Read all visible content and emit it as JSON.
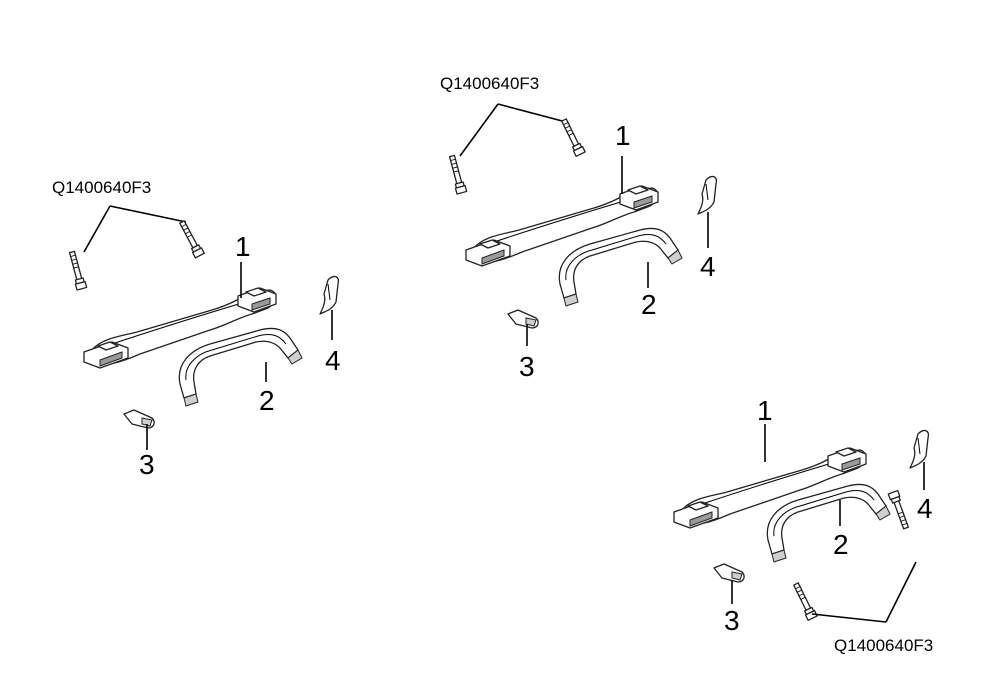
{
  "diagram": {
    "groups": [
      {
        "name": "left",
        "bolt_code": "Q1400640F3",
        "callouts": {
          "handle": "1",
          "cover": "2",
          "cap": "3",
          "clip": "4"
        }
      },
      {
        "name": "center",
        "bolt_code": "Q1400640F3",
        "callouts": {
          "handle": "1",
          "cover": "2",
          "cap": "3",
          "clip": "4"
        }
      },
      {
        "name": "right",
        "bolt_code": "Q1400640F3",
        "callouts": {
          "handle": "1",
          "cover": "2",
          "cap": "3",
          "clip": "4"
        }
      }
    ]
  }
}
